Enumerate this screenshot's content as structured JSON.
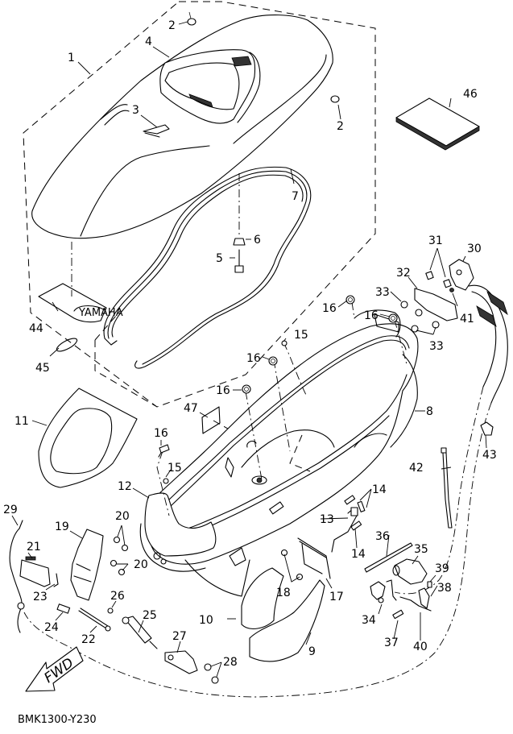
{
  "diagram": {
    "type": "exploded-parts-diagram",
    "subject": "Seat and storage box assembly",
    "diagram_code": "BMK1300-Y230",
    "direction_arrow_label": "FWD",
    "callouts": [
      {
        "id": "c1",
        "label": "1",
        "part": "seat"
      },
      {
        "id": "c2a",
        "label": "2",
        "part": "damper"
      },
      {
        "id": "c2b",
        "label": "2",
        "part": "damper"
      },
      {
        "id": "c3",
        "label": "3",
        "part": "emblem"
      },
      {
        "id": "c4",
        "label": "4",
        "part": "seat cover"
      },
      {
        "id": "c5",
        "label": "5",
        "part": "bolt"
      },
      {
        "id": "c6",
        "label": "6",
        "part": "nut"
      },
      {
        "id": "c7",
        "label": "7",
        "part": "seal"
      },
      {
        "id": "c8",
        "label": "8",
        "part": "storage box"
      },
      {
        "id": "c9",
        "label": "9",
        "part": "mat"
      },
      {
        "id": "c10",
        "label": "10",
        "part": "mat"
      },
      {
        "id": "c11",
        "label": "11",
        "part": "mat"
      },
      {
        "id": "c12",
        "label": "12",
        "part": "cover"
      },
      {
        "id": "c13",
        "label": "13",
        "part": "hinge"
      },
      {
        "id": "c14a",
        "label": "14",
        "part": "collar"
      },
      {
        "id": "c14b",
        "label": "14",
        "part": "collar"
      },
      {
        "id": "c15a",
        "label": "15",
        "part": "grommet"
      },
      {
        "id": "c15b",
        "label": "15",
        "part": "grommet"
      },
      {
        "id": "c16a",
        "label": "16",
        "part": "bolt"
      },
      {
        "id": "c16b",
        "label": "16",
        "part": "bolt"
      },
      {
        "id": "c16c",
        "label": "16",
        "part": "bolt"
      },
      {
        "id": "c16d",
        "label": "16",
        "part": "bolt"
      },
      {
        "id": "c16e",
        "label": "16",
        "part": "bolt"
      },
      {
        "id": "c17",
        "label": "17",
        "part": "plate"
      },
      {
        "id": "c18",
        "label": "18",
        "part": "screw"
      },
      {
        "id": "c19",
        "label": "19",
        "part": "bracket"
      },
      {
        "id": "c20a",
        "label": "20",
        "part": "bolt"
      },
      {
        "id": "c20b",
        "label": "20",
        "part": "bolt"
      },
      {
        "id": "c21",
        "label": "21",
        "part": "lock"
      },
      {
        "id": "c22",
        "label": "22",
        "part": "pin"
      },
      {
        "id": "c23",
        "label": "23",
        "part": "clip"
      },
      {
        "id": "c24",
        "label": "24",
        "part": "collar"
      },
      {
        "id": "c25",
        "label": "25",
        "part": "damper"
      },
      {
        "id": "c26",
        "label": "26",
        "part": "bolt"
      },
      {
        "id": "c27",
        "label": "27",
        "part": "bracket"
      },
      {
        "id": "c28",
        "label": "28",
        "part": "bolt"
      },
      {
        "id": "c29",
        "label": "29",
        "part": "cable"
      },
      {
        "id": "c30",
        "label": "30",
        "part": "seat lock"
      },
      {
        "id": "c31",
        "label": "31",
        "part": "bolt"
      },
      {
        "id": "c32",
        "label": "32",
        "part": "bracket"
      },
      {
        "id": "c33a",
        "label": "33",
        "part": "bolt"
      },
      {
        "id": "c33b",
        "label": "33",
        "part": "bolt"
      },
      {
        "id": "c34",
        "label": "34",
        "part": "switch"
      },
      {
        "id": "c35",
        "label": "35",
        "part": "actuator"
      },
      {
        "id": "c36",
        "label": "36",
        "part": "band"
      },
      {
        "id": "c37",
        "label": "37",
        "part": "screw"
      },
      {
        "id": "c38",
        "label": "38",
        "part": "bracket"
      },
      {
        "id": "c39",
        "label": "39",
        "part": "bolt"
      },
      {
        "id": "c40",
        "label": "40",
        "part": "cable"
      },
      {
        "id": "c41",
        "label": "41",
        "part": "nut"
      },
      {
        "id": "c42",
        "label": "42",
        "part": "band"
      },
      {
        "id": "c43",
        "label": "43",
        "part": "clamp"
      },
      {
        "id": "c44",
        "label": "44",
        "part": "holder"
      },
      {
        "id": "c45",
        "label": "45",
        "part": "band"
      },
      {
        "id": "c46",
        "label": "46",
        "part": "manual"
      },
      {
        "id": "c47",
        "label": "47",
        "part": "label"
      }
    ]
  }
}
